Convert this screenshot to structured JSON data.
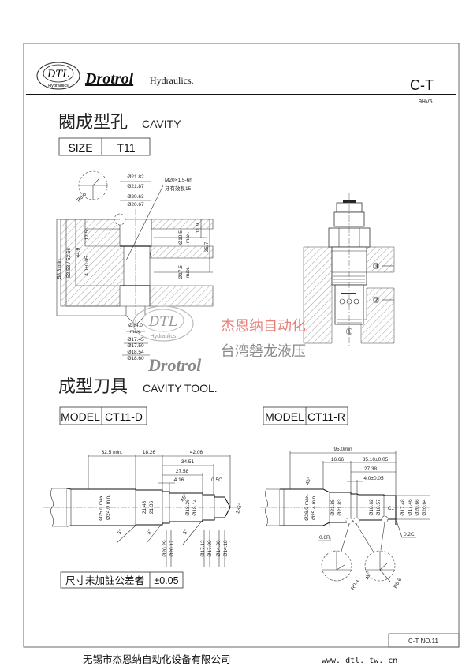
{
  "header": {
    "logo_text": "DTL",
    "logo_ring_text": "Hydraulics",
    "brand": "Drotrol",
    "brand_suffix": "Hydraulics.",
    "code": "C-T",
    "sub_code": "9HV5"
  },
  "cavity": {
    "title_cn": "閥成型孔",
    "title_en": "CAVITY",
    "size_label": "SIZE",
    "size_value": "T11",
    "dims": {
      "d1": "Ø21.82",
      "d2": "Ø21.87",
      "d3": "Ø20.63",
      "d4": "Ø20.67",
      "thread": "M20×1.5-6h",
      "thread_note": "牙有效長15",
      "r06": "R0.6",
      "l588": "58.8 min.",
      "l5253": "52.53 / 52.66",
      "l449": "44.9",
      "l175": "17.5",
      "l40": "4.0±0.05",
      "p105": "Ø10.5",
      "p105max": "max.",
      "l119": "11.9",
      "l357": "35.7",
      "p175": "Ø17.5",
      "p175max": "max.",
      "b140": "Ø14.0",
      "b140max": "max.",
      "b1745": "Ø17.45",
      "b1750": "Ø17.50",
      "b1854": "Ø18.54",
      "b1860": "Ø18.60"
    }
  },
  "valve": {
    "port3": "③",
    "port2": "②",
    "port1": "①"
  },
  "watermark": {
    "logo_text": "DTL",
    "logo_ring_text": "Hydraulics",
    "brand": "Drotrol",
    "red": "杰恩纳自动化",
    "gray": "台湾磐龙液压"
  },
  "tool": {
    "title_cn": "成型刀具",
    "title_en": "CAVITY TOOL.",
    "d": {
      "model_label": "MODEL",
      "model": "CT11-D",
      "dims": {
        "a": "32.5 min.",
        "b": "18.26",
        "c": "42.06",
        "e": "34.51",
        "f": "27.58",
        "g": "4.16",
        "h": "0.5C",
        "v1": "Ø25.0 max.",
        "v2": "Ø24.0 min.",
        "v3": "21.48",
        "v4": "21.36",
        "v5": "Ø18.26",
        "v6": "Ø18.14",
        "v7": "Ø20.29",
        "v8": "Ø20.17",
        "v9": "Ø17.12",
        "v10": "Ø17.00",
        "v11": "Ø14.30",
        "v12": "Ø14.18",
        "ang45": "45°",
        "ang5a": "5°",
        "ang5b": "5°",
        "ang5c": "5°",
        "ang135": "135°"
      }
    },
    "r": {
      "model_label": "MODEL",
      "model": "CT11-R",
      "dims": {
        "a": "95.0min",
        "b": "16.66",
        "c": "35.10±0.05",
        "e": "27.38",
        "f": "4.0±0.05",
        "ang45": "45°",
        "v1": "Ø26.0 max.",
        "v2": "Ø25.4 min.",
        "v3": "Ø21.85",
        "v4": "Ø21.83",
        "v5": "Ø18.62",
        "v6": "Ø18.57",
        "v7": "Ø17.48",
        "v8": "Ø17.46",
        "v9": "Ø20.66",
        "v10": "Ø20.64",
        "c1": "C1",
        "r06r": "0.6R",
        "c02": "0.2C",
        "r04": "R0.4",
        "ang45b": "45°",
        "r06": "R0.6"
      }
    },
    "tolerance_label": "尺寸未加註公差者",
    "tolerance_value": "±0.05"
  },
  "page_no": "C-T NO.11",
  "footer": {
    "company": "无锡市杰恩纳自动化设备有限公司",
    "url": "www. dtl. tw. cn"
  }
}
